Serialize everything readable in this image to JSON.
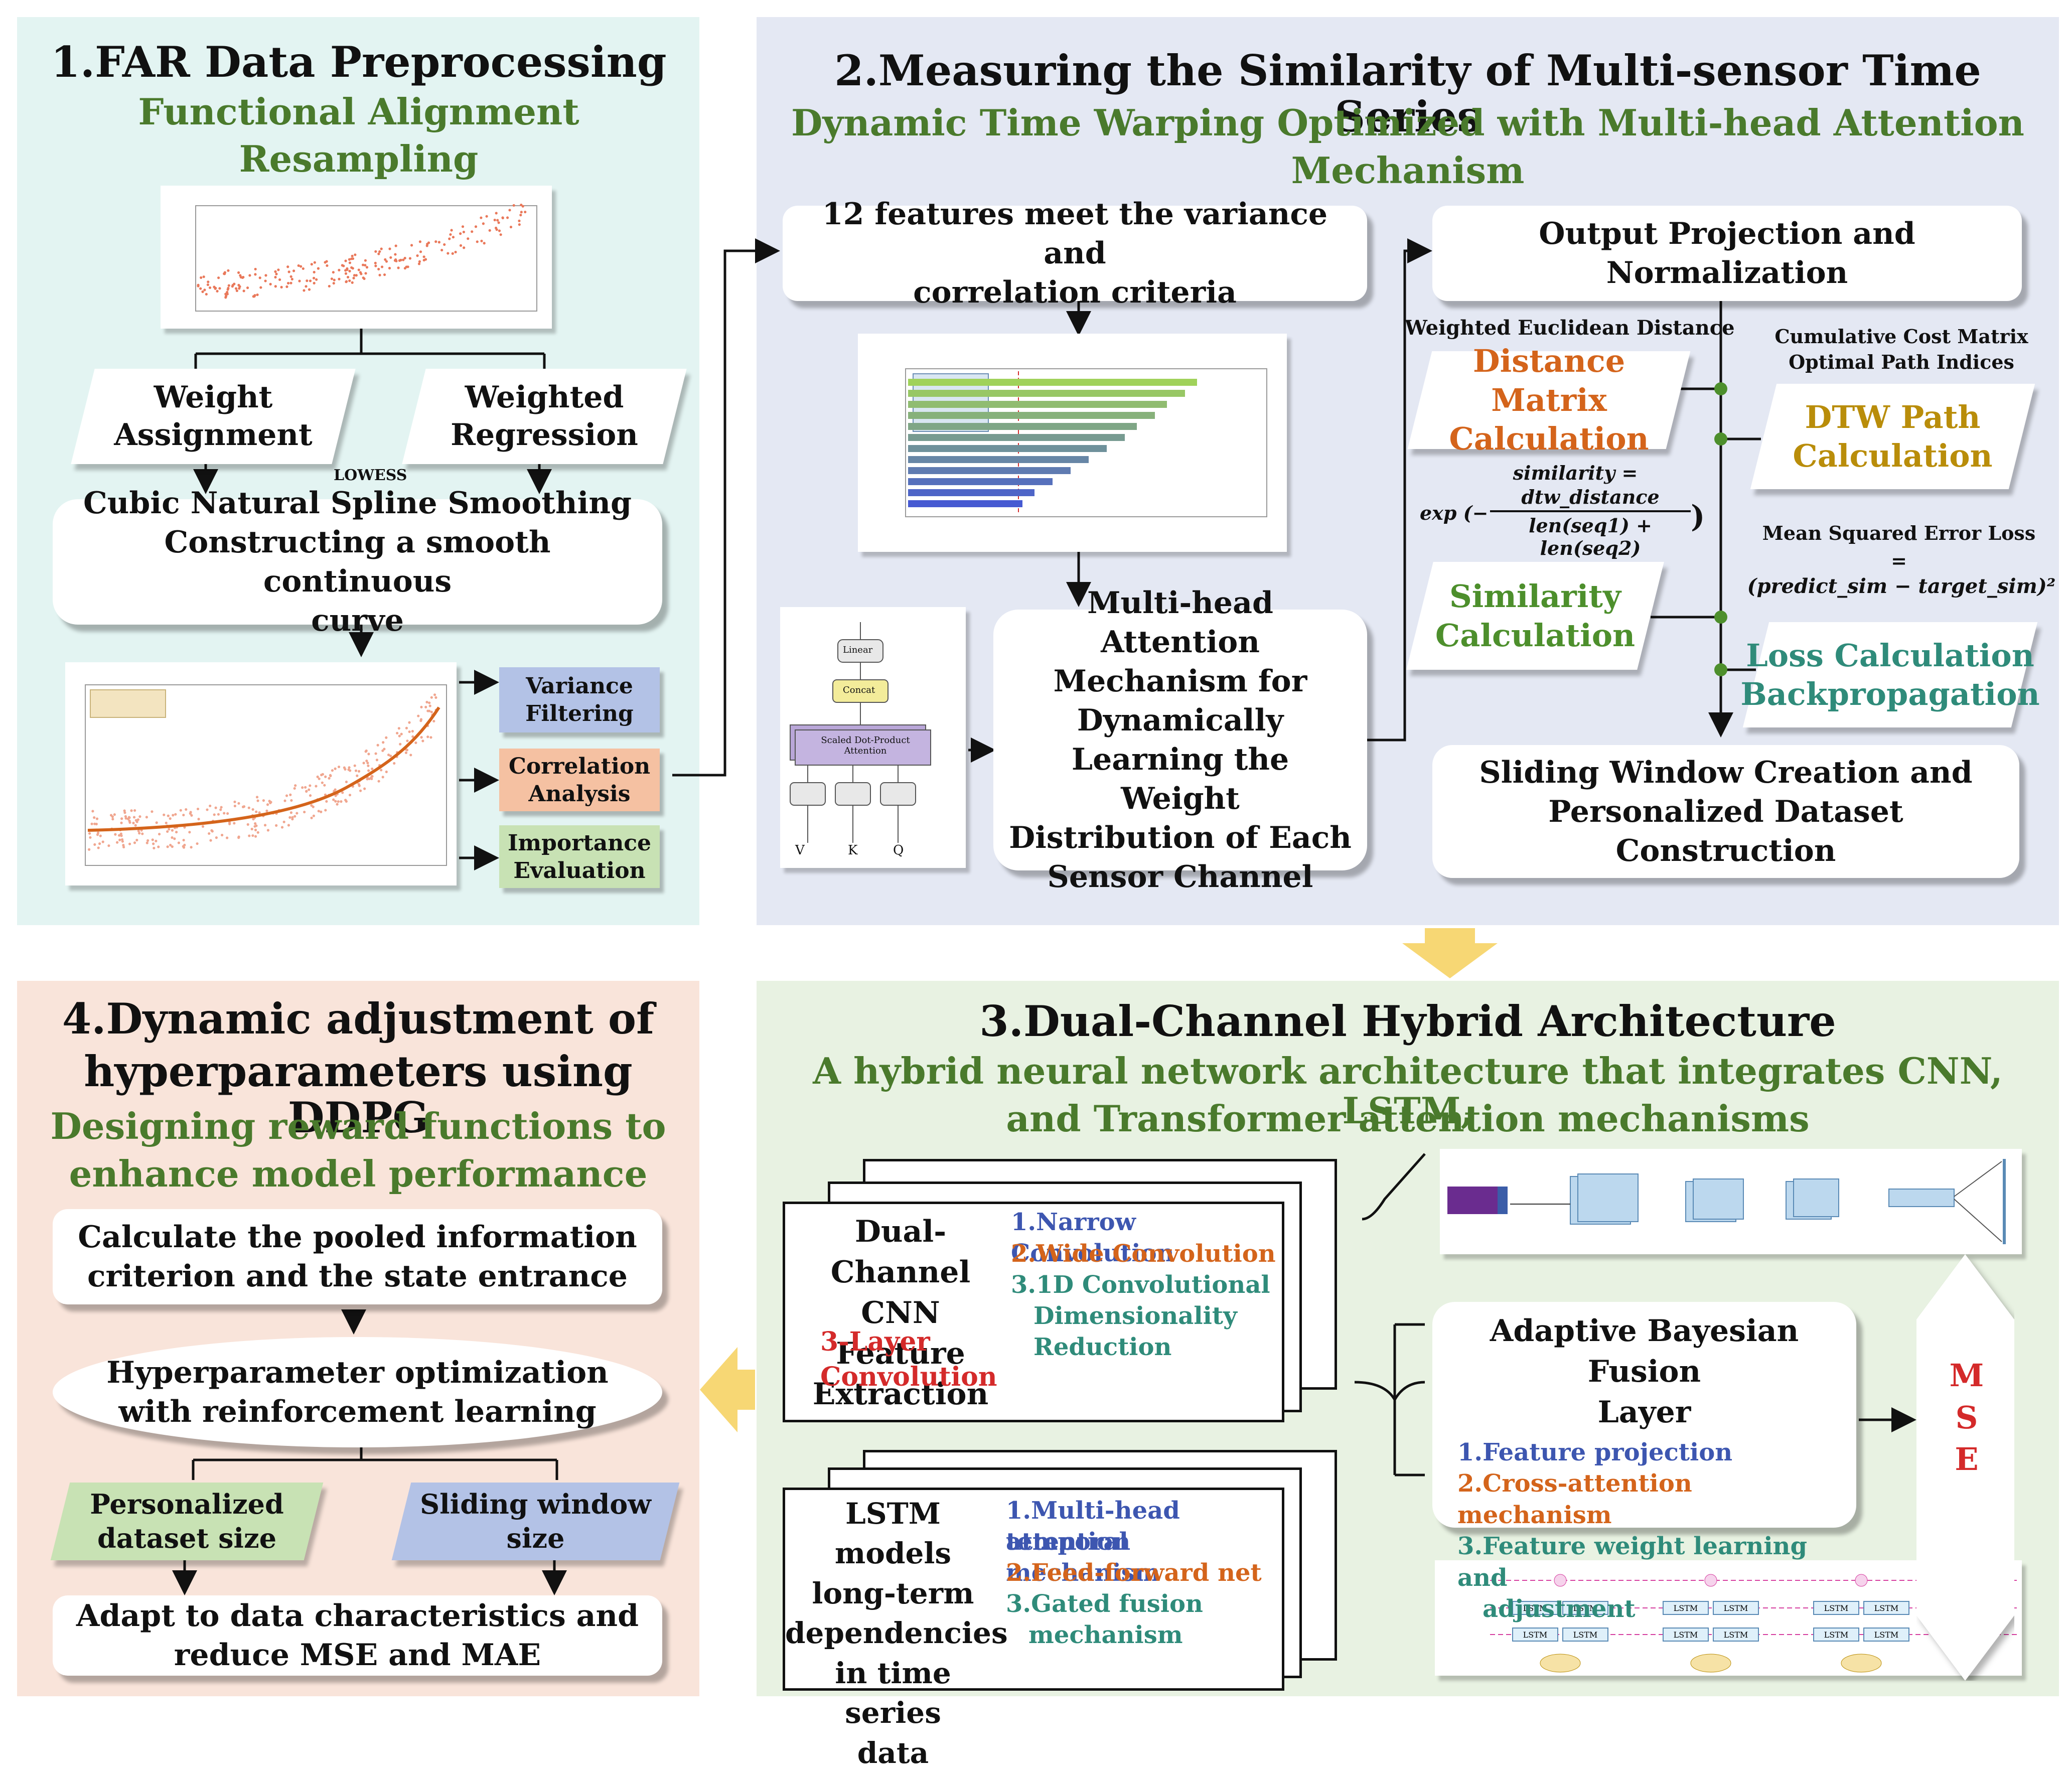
{
  "panel1": {
    "title": "1.FAR Data Preprocessing",
    "subtitle_l1": "Functional Alignment",
    "subtitle_l2": "Resampling",
    "weight_assignment": "Weight\nAssignment",
    "weighted_regression": "Weighted\nRegression",
    "lowess": "LOWESS",
    "spline": "Cubic Natural Spline Smoothing\nConstructing a smooth continuous\ncurve",
    "variance_filtering": "Variance\nFiltering",
    "correlation_analysis": "Correlation\nAnalysis",
    "importance_evaluation": "Importance\nEvaluation"
  },
  "panel2": {
    "title": "2.Measuring the Similarity of Multi-sensor Time Series",
    "subtitle_l1": "Dynamic Time Warping Optimized with Multi-head Attention",
    "subtitle_l2": "Mechanism",
    "features_box": "12 features meet the variance and\ncorrelation criteria",
    "attention_box": "Multi-head Attention\nMechanism for\nDynamically\nLearning the Weight\nDistribution of Each\nSensor Channel",
    "output_projection": "Output Projection and\nNormalization",
    "weighted_euclidean": "Weighted Euclidean Distance",
    "distance_matrix": "Distance Matrix\nCalculation",
    "cumulative_cost": "Cumulative Cost Matrix\nOptimal Path Indices",
    "dtw_path": "DTW Path\nCalculation",
    "similarity_formula_lhs": "similarity =",
    "similarity_formula_exp": "exp",
    "similarity_formula_num": "dtw_distance",
    "similarity_formula_den": "len(seq1) + len(seq2)",
    "mse_loss_label": "Mean Squared Error Loss",
    "mse_loss_eq": "=",
    "mse_loss_formula": "(predict_sim − target_sim)²",
    "similarity_calc": "Similarity\nCalculation",
    "loss_calc": "Loss Calculation\nBackpropagation",
    "sliding_window": "Sliding Window Creation and\nPersonalized Dataset\nConstruction",
    "attn_labels": [
      "V",
      "K",
      "Q"
    ],
    "attn_linear": "Linear",
    "attn_concat": "Concat",
    "attn_sdpa": "Scaled Dot-Product\nAttention"
  },
  "panel3": {
    "title": "3.Dual-Channel Hybrid Architecture",
    "subtitle_l1": "A hybrid neural network architecture that integrates CNN, LSTM,",
    "subtitle_l2": "and Transformer attention mechanisms",
    "cnn_doc_title": "Dual-Channel\nCNN Feature\nExtraction",
    "cnn_doc_red": "3-Layer\nConvolution",
    "cnn_items": [
      "1.Narrow Convolution",
      "2.Wide Convolution",
      "3.1D Convolutional",
      "Dimensionality",
      "Reduction"
    ],
    "lstm_doc_title": "LSTM models\nlong-term\ndependencies\nin time series\ndata",
    "lstm_items": [
      "1.Multi-head temporal",
      "attention mechanism",
      "2.Feed-forward net",
      "3.Gated fusion",
      "mechanism"
    ],
    "fusion_title": "Adaptive Bayesian Fusion\nLayer",
    "fusion_items": [
      "1.Feature projection",
      "2.Cross-attention mechanism",
      "3.Feature weight learning and",
      "adjustment"
    ],
    "mse": [
      "M",
      "S",
      "E"
    ],
    "lstm_cell": "LSTM"
  },
  "panel4": {
    "title_l1": "4.Dynamic adjustment of",
    "title_l2": "hyperparameters using DDPG",
    "subtitle_l1": "Designing reward functions to",
    "subtitle_l2": "enhance model performance",
    "pooled_box": "Calculate the pooled information\ncriterion and the state entrance",
    "rl_box": "Hyperparameter optimization\nwith reinforcement learning",
    "dataset_size": "Personalized\ndataset size",
    "window_size": "Sliding window\nsize",
    "adapt_box": "Adapt to data characteristics and\nreduce MSE and MAE"
  },
  "colors": {
    "green_title": "#4a7a2c",
    "teal": "#2f8b7a",
    "orange": "#d4641b",
    "gold": "#b98d0a",
    "blue": "#3d56b0",
    "red": "#d42a2a",
    "arrow_yellow": "#f7d774",
    "node_green": "#4d8f2c"
  }
}
